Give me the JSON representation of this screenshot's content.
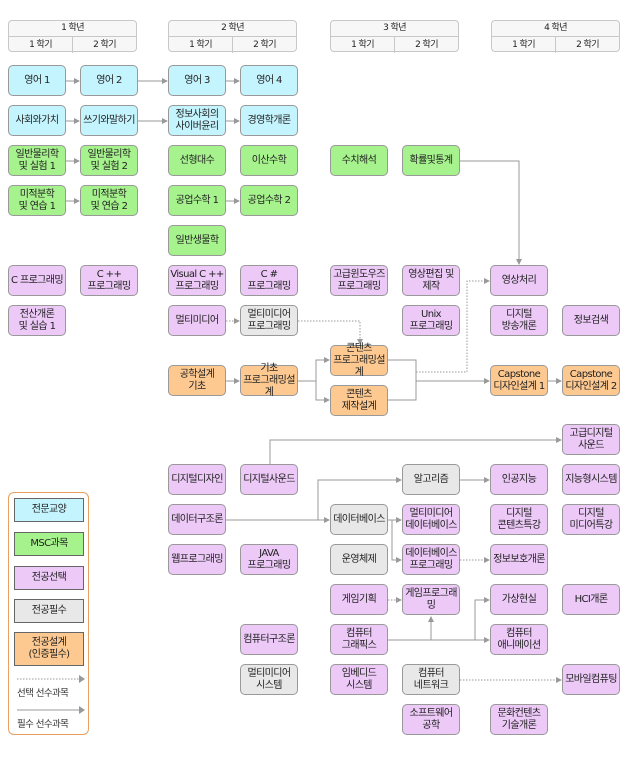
{
  "headers": [
    {
      "year": "1 학년",
      "sem1": "1 학기",
      "sem2": "2 학기"
    },
    {
      "year": "2 학년",
      "sem1": "1 학기",
      "sem2": "2 학기"
    },
    {
      "year": "3 학년",
      "sem1": "1 학기",
      "sem2": "2 학기"
    },
    {
      "year": "4 학년",
      "sem1": "1 학기",
      "sem2": "2 학기"
    }
  ],
  "colors": {
    "cyan": "#c4f4fd",
    "green": "#a6f28d",
    "purple": "#ecc9f7",
    "gray": "#e8e8e8",
    "orange": "#fdc990"
  },
  "courses": {
    "eng1": {
      "label": "영어 1",
      "cat": "cyan"
    },
    "eng2": {
      "label": "영어 2",
      "cat": "cyan"
    },
    "eng3": {
      "label": "영어 3",
      "cat": "cyan"
    },
    "eng4": {
      "label": "영어 4",
      "cat": "cyan"
    },
    "soc": {
      "label": "사회와가치",
      "cat": "cyan"
    },
    "write": {
      "label": "쓰기와말하기",
      "cat": "cyan"
    },
    "ethic": {
      "label": "정보사회의\n사이버윤리",
      "cat": "cyan"
    },
    "biz": {
      "label": "경영학개론",
      "cat": "cyan"
    },
    "phy1": {
      "label": "일반물리학\n및 실험 1",
      "cat": "green"
    },
    "phy2": {
      "label": "일반물리학\n및 실험 2",
      "cat": "green"
    },
    "linalg": {
      "label": "선형대수",
      "cat": "green"
    },
    "discrete": {
      "label": "이산수학",
      "cat": "green"
    },
    "numer": {
      "label": "수치해석",
      "cat": "green"
    },
    "prob": {
      "label": "확률및통계",
      "cat": "green"
    },
    "calc1": {
      "label": "미적분학\n및 연습 1",
      "cat": "green"
    },
    "calc2": {
      "label": "미적분학\n및 연습 2",
      "cat": "green"
    },
    "engmath1": {
      "label": "공업수학 1",
      "cat": "green"
    },
    "engmath2": {
      "label": "공업수학 2",
      "cat": "green"
    },
    "bio": {
      "label": "일반생물학",
      "cat": "green"
    },
    "cprog": {
      "label": "C 프로그래밍",
      "cat": "purple"
    },
    "cpp": {
      "label": "C ++\n프로그래밍",
      "cat": "purple"
    },
    "vcpp": {
      "label": "Visual C ++\n프로그래밍",
      "cat": "purple"
    },
    "csharp": {
      "label": "C #\n프로그래밍",
      "cat": "purple"
    },
    "win": {
      "label": "고급윈도우즈\n프로그래밍",
      "cat": "purple"
    },
    "video": {
      "label": "영상편집 및\n제작",
      "cat": "purple"
    },
    "imgproc": {
      "label": "영상처리",
      "cat": "purple"
    },
    "intro": {
      "label": "전산개론\n및 실습 1",
      "cat": "purple"
    },
    "mm": {
      "label": "멀티미디어",
      "cat": "purple"
    },
    "mmprog": {
      "label": "멀티미디어\n프로그래밍",
      "cat": "gray"
    },
    "unix": {
      "label": "Unix\n프로그래밍",
      "cat": "purple"
    },
    "broadcast": {
      "label": "디지털\n방송개론",
      "cat": "purple"
    },
    "ir": {
      "label": "정보검색",
      "cat": "purple"
    },
    "contprog": {
      "label": "콘텐츠\n프로그래밍설계",
      "cat": "orange"
    },
    "engdesign": {
      "label": "공학설계\n기초",
      "cat": "orange"
    },
    "basicdesign": {
      "label": "기초\n프로그래밍설계",
      "cat": "orange"
    },
    "contmake": {
      "label": "콘텐츠\n제작설계",
      "cat": "orange"
    },
    "cap1": {
      "label": "Capstone\n디자인설계 1",
      "cat": "orange"
    },
    "cap2": {
      "label": "Capstone\n디자인설계 2",
      "cat": "orange"
    },
    "advsound": {
      "label": "고급디지털\n사운드",
      "cat": "purple"
    },
    "ddesign": {
      "label": "디지털디자인",
      "cat": "purple"
    },
    "dsound": {
      "label": "디지털사운드",
      "cat": "purple"
    },
    "algo": {
      "label": "알고리즘",
      "cat": "gray"
    },
    "ai": {
      "label": "인공지능",
      "cat": "purple"
    },
    "intsys": {
      "label": "지능형시스템",
      "cat": "purple"
    },
    "ds": {
      "label": "데이터구조론",
      "cat": "purple"
    },
    "db": {
      "label": "데이터베이스",
      "cat": "gray"
    },
    "mmdb": {
      "label": "멀티미디어\n데이터베이스",
      "cat": "purple"
    },
    "dcontent": {
      "label": "디지털\n콘텐츠특강",
      "cat": "purple"
    },
    "dmedia": {
      "label": "디지털\n미디어특강",
      "cat": "purple"
    },
    "web": {
      "label": "웹프로그래밍",
      "cat": "purple"
    },
    "java": {
      "label": "JAVA\n프로그래밍",
      "cat": "purple"
    },
    "os": {
      "label": "운영체제",
      "cat": "gray"
    },
    "dbprog": {
      "label": "데이터베이스\n프로그래밍",
      "cat": "purple"
    },
    "security": {
      "label": "정보보호개론",
      "cat": "purple"
    },
    "gameplan": {
      "label": "게임기획",
      "cat": "purple"
    },
    "gameprog": {
      "label": "게임프로그래밍",
      "cat": "purple"
    },
    "vr": {
      "label": "가상현실",
      "cat": "purple"
    },
    "hci": {
      "label": "HCI개론",
      "cat": "purple"
    },
    "arch": {
      "label": "컴퓨터구조론",
      "cat": "purple"
    },
    "graphics": {
      "label": "컴퓨터\n그래픽스",
      "cat": "purple"
    },
    "anim": {
      "label": "컴퓨터\n애니메이션",
      "cat": "purple"
    },
    "mmsys": {
      "label": "멀티미디어\n시스템",
      "cat": "gray"
    },
    "embedded": {
      "label": "임베디드\n시스템",
      "cat": "purple"
    },
    "network": {
      "label": "컴퓨터\n네트워크",
      "cat": "gray"
    },
    "mobile": {
      "label": "모바일컴퓨팅",
      "cat": "purple"
    },
    "se": {
      "label": "소프트웨어\n공학",
      "cat": "purple"
    },
    "culture": {
      "label": "문화컨텐츠\n기술개론",
      "cat": "purple"
    }
  },
  "legend": {
    "cyan": "전문교양",
    "green": "MSC과목",
    "purple": "전공선택",
    "gray": "전공필수",
    "orange": "전공설계\n(인증필수)",
    "optional_prereq": "선택 선수과목",
    "required_prereq": "필수 선수과목"
  }
}
